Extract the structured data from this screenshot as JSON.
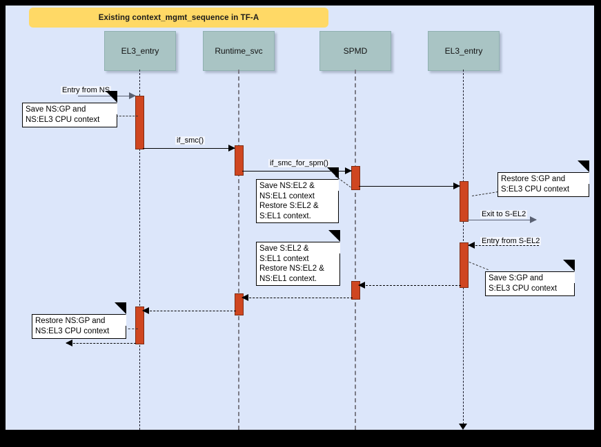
{
  "diagram": {
    "title": "Existing context_mgmt_sequence in TF-A",
    "type": "uml-sequence-diagram",
    "colors": {
      "canvas": "#dce6fa",
      "banner": "#ffd966",
      "lifeline_header": "#a9c4c4",
      "activation": "#cf4620",
      "note": "#ffffff",
      "border": "#000000"
    },
    "lifelines": [
      {
        "label": "EL3_entry"
      },
      {
        "label": "Runtime_svc"
      },
      {
        "label": "SPMD"
      },
      {
        "label": "EL3_entry"
      }
    ],
    "messages": [
      {
        "label": "Entry from NS",
        "style": "solid",
        "direction": "right"
      },
      {
        "label": "if_smc()",
        "style": "solid",
        "direction": "right"
      },
      {
        "label": "if_smc_for_spm()",
        "style": "solid",
        "direction": "right"
      },
      {
        "label": "Exit to S-EL2",
        "style": "solid",
        "direction": "right"
      },
      {
        "label": "Entry from S-EL2",
        "style": "dashed",
        "direction": "left"
      }
    ],
    "notes": [
      {
        "text": "Save NS:GP and\nNS:EL3 CPU context"
      },
      {
        "text": "Save NS:EL2 &\nNS:EL1 context\nRestore S:EL2 &\nS:EL1 context."
      },
      {
        "text": "Restore S:GP and\nS:EL3 CPU context"
      },
      {
        "text": "Save S:EL2 &\nS:EL1 context\nRestore NS:EL2 &\nNS:EL1 context."
      },
      {
        "text": "Save S:GP and\nS:EL3 CPU context"
      },
      {
        "text": "Restore NS:GP and\nNS:EL3 CPU context"
      }
    ]
  }
}
